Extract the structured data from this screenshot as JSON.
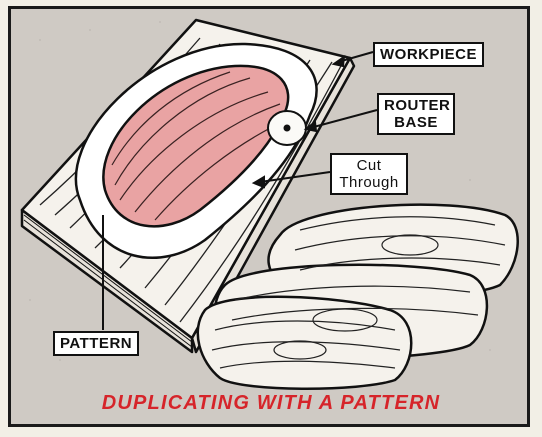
{
  "labels": {
    "workpiece": "WORKPIECE",
    "router_line1": "ROUTER",
    "router_line2": "BASE",
    "cut_line1": "Cut",
    "cut_line2": "Through",
    "pattern": "PATTERN"
  },
  "caption": "DUPLICATING WITH A PATTERN",
  "colors": {
    "caption": "#d6242a",
    "pattern_fill": "#e9a3a3",
    "background": "#cfcac4",
    "ink": "#111111"
  }
}
